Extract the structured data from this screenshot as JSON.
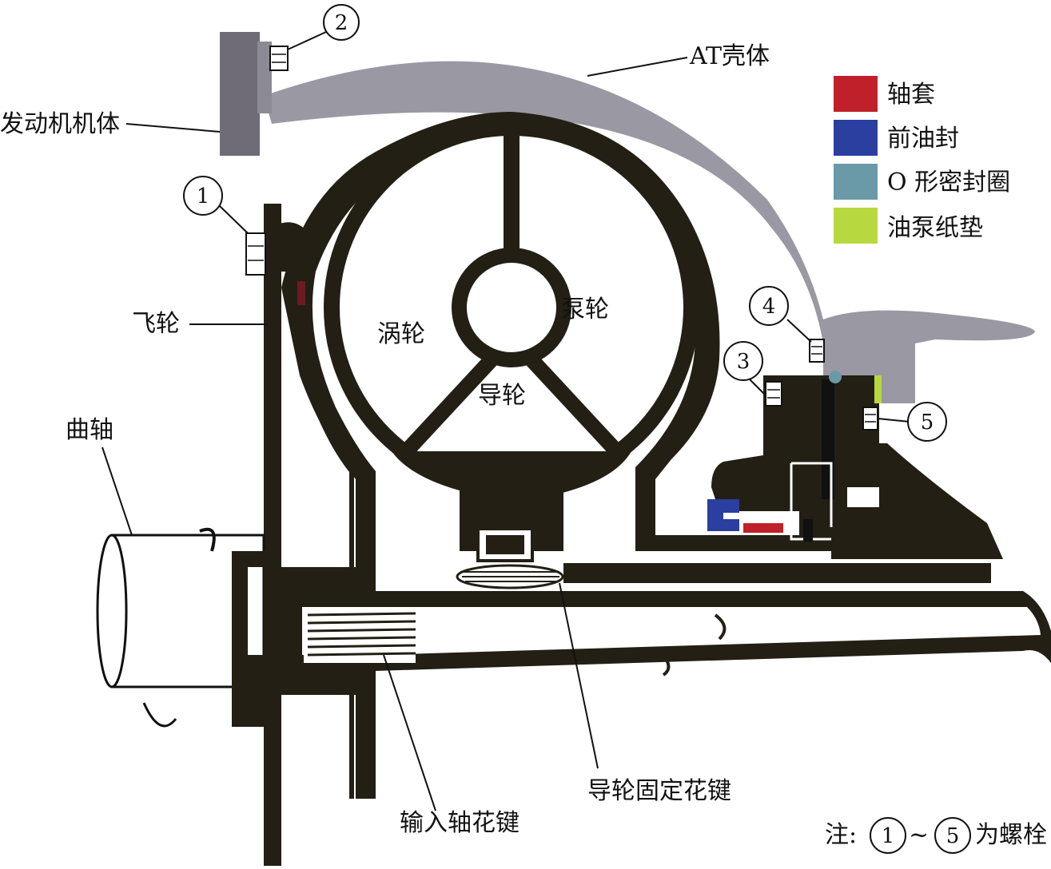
{
  "labels": {
    "engine_block": "发动机机体",
    "at_case": "AT壳体",
    "flywheel": "飞轮",
    "crankshaft": "曲轴",
    "turbine": "涡轮",
    "pump": "泵轮",
    "stator": "导轮",
    "input_spline": "输入轴花键",
    "stator_spline": "导轮固定花键"
  },
  "legend": [
    {
      "label": "轴套",
      "color": "#c0202a"
    },
    {
      "label": "前油封",
      "color": "#2a3fa0"
    },
    {
      "label": "O 形密封圈",
      "color": "#6a9aa8"
    },
    {
      "label": "油泵纸垫",
      "color": "#b8d840"
    }
  ],
  "bolts": [
    "1",
    "2",
    "3",
    "4",
    "5"
  ],
  "note": {
    "prefix": "注:",
    "from": "1",
    "tilde": "~",
    "to": "5",
    "suffix": "为螺栓"
  },
  "colors": {
    "metal": "#231f14",
    "gray": "#9a98a2",
    "engine_block": "#6f6c78"
  }
}
